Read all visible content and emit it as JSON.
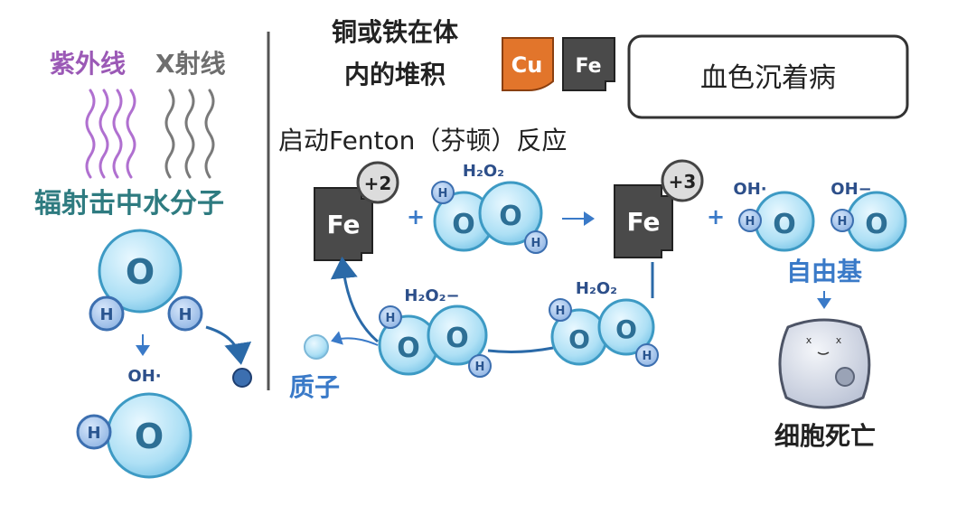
{
  "left_panel": {
    "uv_label": "紫外线",
    "xray_label": "X射线",
    "caption": "辐射击中水分子",
    "molecule_o": "O",
    "molecule_h": "H",
    "product_label": "OH·",
    "product_o": "O",
    "product_h": "H"
  },
  "top": {
    "title_line1": "铜或铁在体",
    "title_line2": "内的堆积",
    "cu_label": "Cu",
    "fe_label": "Fe",
    "disease_label": "血色沉着病"
  },
  "reaction": {
    "header": "启动Fenton（芬顿）反应",
    "fe2_symbol": "Fe",
    "fe2_charge": "+2",
    "plus1": "+",
    "h2o2_label_top": "H₂O₂",
    "o_label": "O",
    "h_label": "H",
    "fe3_symbol": "Fe",
    "fe3_charge": "+3",
    "plus2": "+",
    "oh_radical_label": "OH·",
    "oh_minus_label": "OH−",
    "free_radical_label": "自由基",
    "h2o2_minus_label": "H₂O₂−",
    "h2o2_label_bottom": "H₂O₂",
    "proton_label": "质子",
    "cell_death_label": "细胞死亡"
  },
  "colors": {
    "uv": "#9b59b6",
    "xray": "#777777",
    "teal_text": "#2e7b80",
    "blue_text": "#3a7ac8",
    "molecule_fill": "#bfe6f7",
    "molecule_stroke": "#3d9ac4",
    "o_text": "#2d7fa8",
    "h_fill": "#3c6fb0",
    "cu_fill": "#e2752b",
    "fe_fill": "#4a4a4a"
  }
}
